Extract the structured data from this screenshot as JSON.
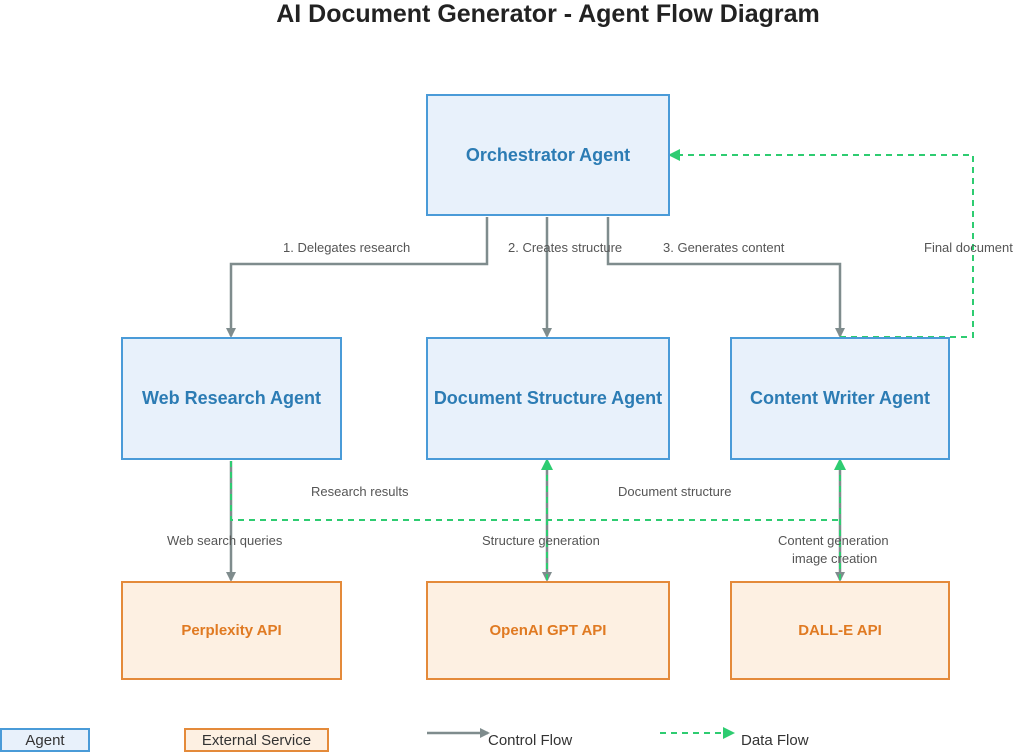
{
  "title": "AI Document Generator - Agent Flow Diagram",
  "nodes": {
    "orchestrator": "Orchestrator Agent",
    "web_research": "Web Research Agent",
    "doc_structure": "Document Structure Agent",
    "content_writer": "Content Writer Agent",
    "perplexity": "Perplexity API",
    "openai": "OpenAI GPT API",
    "dalle": "DALL-E API"
  },
  "edges": {
    "delegates_research": "1. Delegates research",
    "creates_structure": "2. Creates structure",
    "generates_content": "3. Generates content",
    "final_document": "Final document",
    "research_results": "Research results",
    "document_structure": "Document structure",
    "web_search_queries": "Web search queries",
    "structure_generation": "Structure generation",
    "content_generation_1": "Content generation",
    "content_generation_2": "image creation"
  },
  "legend": {
    "agent": "Agent",
    "external_service": "External Service",
    "control_flow": "Control Flow",
    "data_flow": "Data Flow"
  },
  "colors": {
    "control_flow": "#7f8c8d",
    "data_flow": "#2ecc71",
    "agent_border": "#4a9bd8",
    "agent_fill": "#e8f1fb",
    "service_border": "#e48a3a",
    "service_fill": "#fdf0e2"
  }
}
